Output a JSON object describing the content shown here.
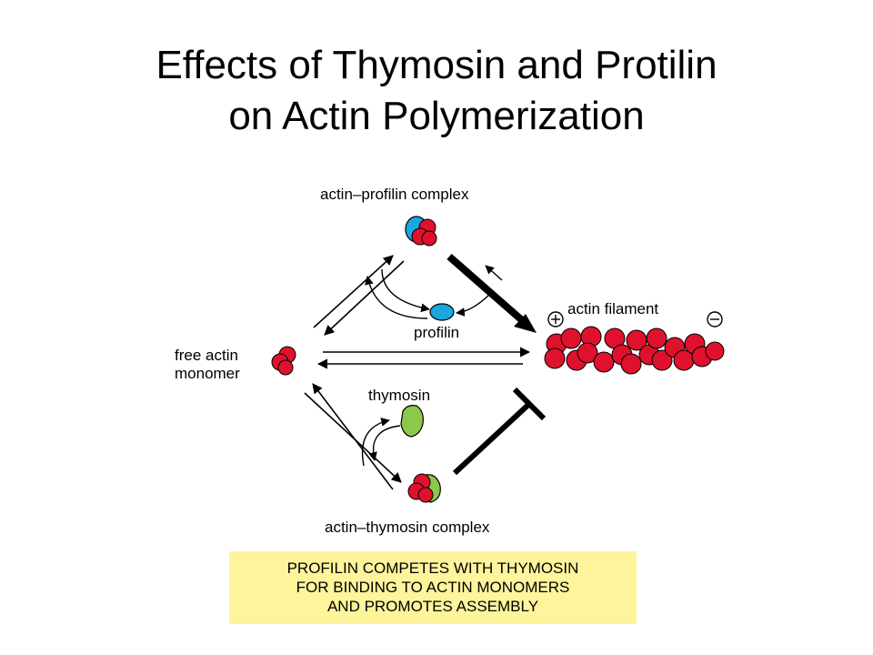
{
  "title": {
    "line1": "Effects of Thymosin and Protilin",
    "line2": "on Actin Polymerization"
  },
  "diagram": {
    "labels": {
      "actin_profilin_complex": "actin–profilin complex",
      "profilin": "profilin",
      "actin_filament": "actin filament",
      "free_actin_line1": "free actin",
      "free_actin_line2": "monomer",
      "thymosin": "thymosin",
      "actin_thymosin_complex": "actin–thymosin complex",
      "plus_symbol": "+",
      "minus_symbol": "−"
    },
    "caption": {
      "line1": "PROFILIN COMPETES WITH THYMOSIN",
      "line2": "FOR BINDING TO ACTIN MONOMERS",
      "line3": "AND PROMOTES ASSEMBLY"
    },
    "colors": {
      "actin": "#e0112d",
      "profilin": "#1aa7e0",
      "thymosin": "#8cc84b",
      "caption_bg": "#fdf49b"
    }
  }
}
